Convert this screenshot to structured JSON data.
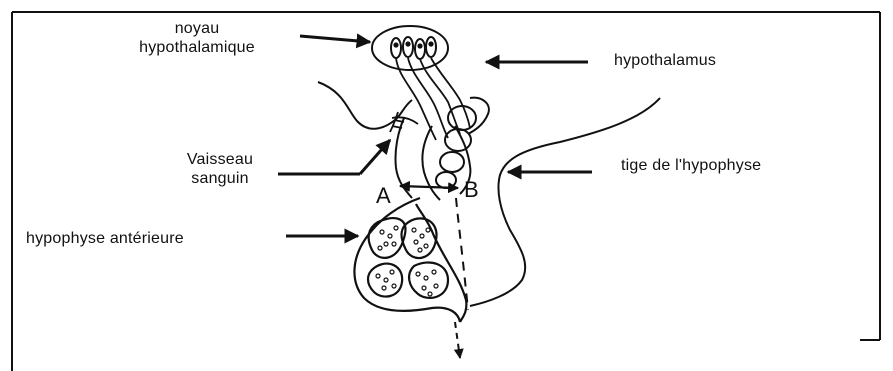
{
  "labels": {
    "noyau_line1": "noyau",
    "noyau_line2": "hypothalamique",
    "hypothalamus": "hypothalamus",
    "vaisseau_line1": "Vaisseau",
    "vaisseau_line2": "sanguin",
    "tige": "tige de l'hypophyse",
    "hypophyse_anterieure": "hypophyse antérieure",
    "point_a": "A",
    "point_b": "B"
  },
  "colors": {
    "ink": "#111111",
    "background": "#ffffff"
  }
}
